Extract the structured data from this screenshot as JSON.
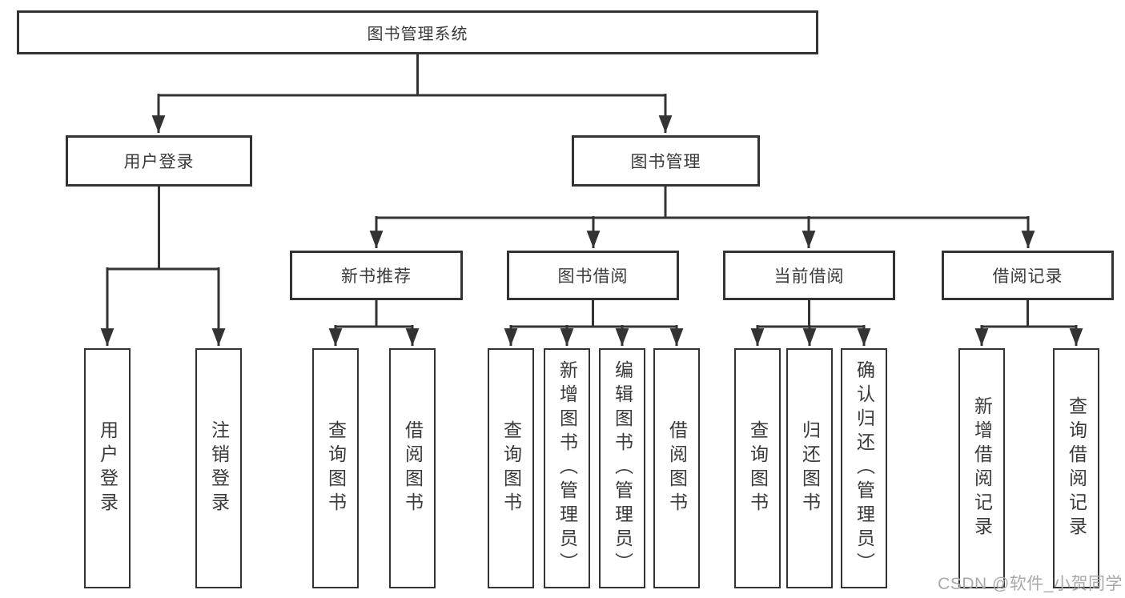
{
  "diagram": {
    "root": {
      "label": "图书管理系统"
    },
    "branches": [
      {
        "label": "用户登录",
        "children": [
          {
            "label": "用户登录"
          },
          {
            "label": "注销登录"
          }
        ]
      },
      {
        "label": "图书管理",
        "children": [
          {
            "label": "新书推荐",
            "children": [
              {
                "label": "查询图书"
              },
              {
                "label": "借阅图书"
              }
            ]
          },
          {
            "label": "图书借阅",
            "children": [
              {
                "label": "查询图书"
              },
              {
                "label": "新增图书（管理员）"
              },
              {
                "label": "编辑图书（管理员）"
              },
              {
                "label": "借阅图书"
              }
            ]
          },
          {
            "label": "当前借阅",
            "children": [
              {
                "label": "查询图书"
              },
              {
                "label": "归还图书"
              },
              {
                "label": "确认归还（管理员）"
              }
            ]
          },
          {
            "label": "借阅记录",
            "children": [
              {
                "label": "新增借阅记录"
              },
              {
                "label": "查询借阅记录"
              }
            ]
          }
        ]
      }
    ]
  },
  "watermark": {
    "text": "CSDN @软件_小贺同学"
  },
  "colors": {
    "line": "#333333",
    "text": "#3a3a3a",
    "watermark": "#a9a9ac",
    "background": "#ffffff"
  }
}
